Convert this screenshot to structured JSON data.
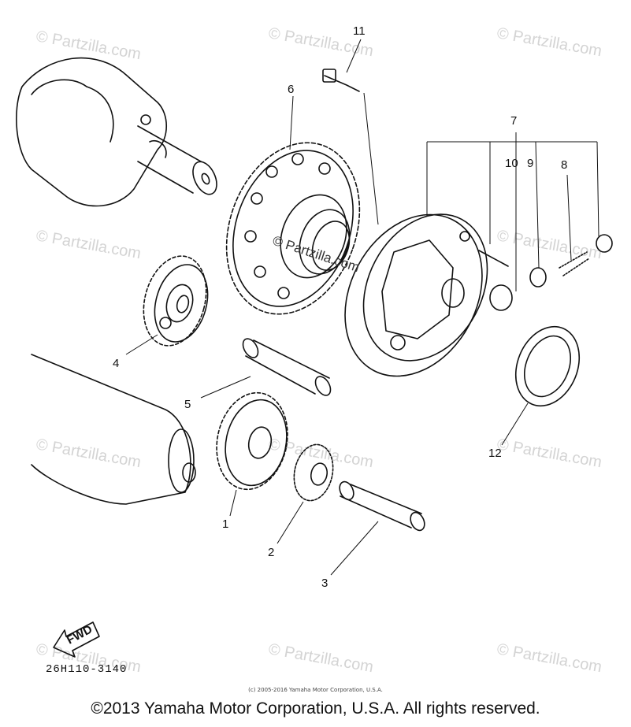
{
  "diagram": {
    "callouts": [
      "1",
      "2",
      "3",
      "4",
      "5",
      "6",
      "7",
      "8",
      "9",
      "10",
      "11",
      "12"
    ],
    "arrow_label": "FWD",
    "drawing_number": "26H110-3140",
    "watermark": "© Partzilla.com",
    "small_copyright": "(c) 2005-2016 Yamaha Motor Corporation, U.S.A.",
    "footer_copyright": "©2013 Yamaha Motor Corporation, U.S.A. All rights reserved."
  }
}
